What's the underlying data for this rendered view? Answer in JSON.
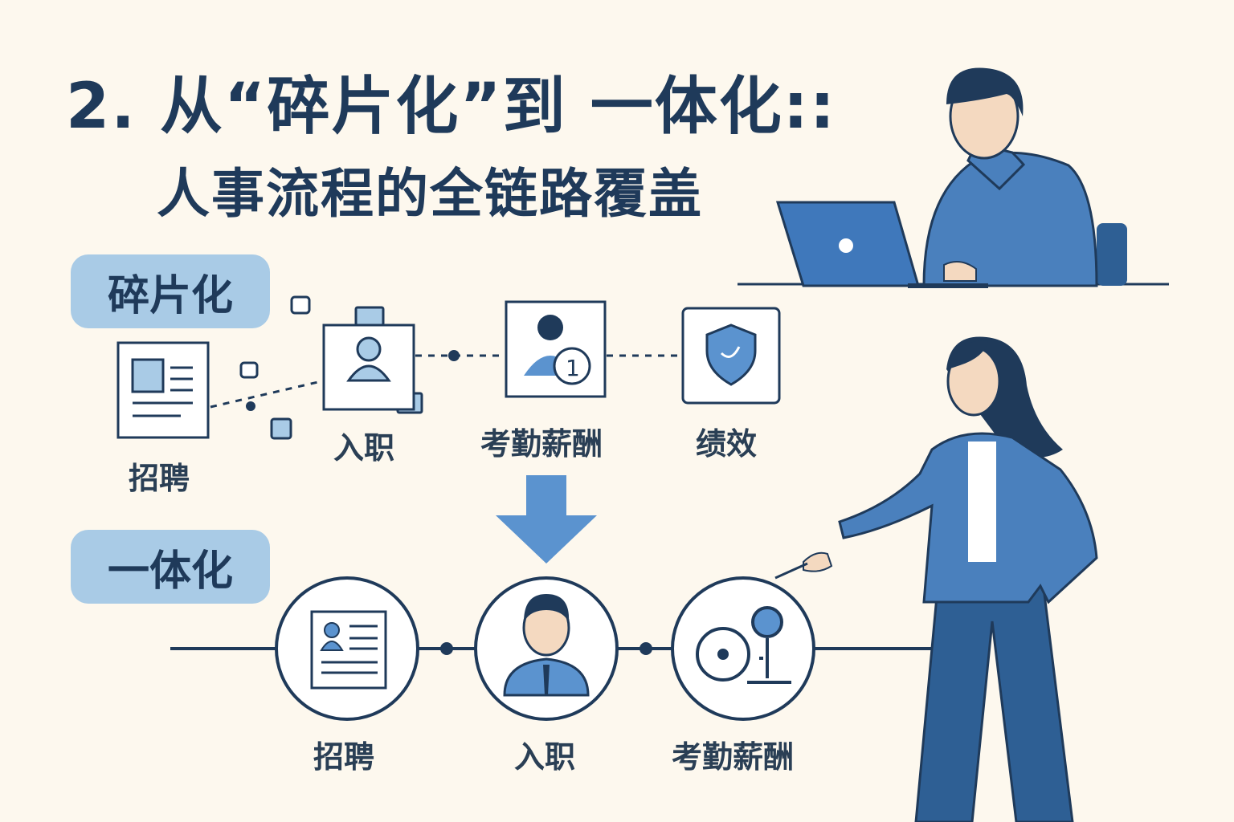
{
  "title": "2. 从“碎片化”到 一体化::",
  "subtitle": "人事流程的全链路覆盖",
  "fragmented": {
    "badge": "碎片化",
    "steps": [
      {
        "label": "招聘",
        "icon": "resume-icon"
      },
      {
        "label": "入职",
        "icon": "person-badge-icon"
      },
      {
        "label": "考勤薪酬",
        "icon": "user-clock-icon"
      },
      {
        "label": "绩效",
        "icon": "shield-check-icon"
      }
    ]
  },
  "integrated": {
    "badge": "一体化",
    "steps": [
      {
        "label": "招聘",
        "icon": "resume-icon"
      },
      {
        "label": "入职",
        "icon": "employee-avatar-icon"
      },
      {
        "label": "考勤薪酬",
        "icon": "clock-scale-icon"
      }
    ]
  },
  "colors": {
    "background": "#fdf8ee",
    "navy": "#1f3a5a",
    "accent": "#5b93cf",
    "badge": "#a9cbe6"
  }
}
